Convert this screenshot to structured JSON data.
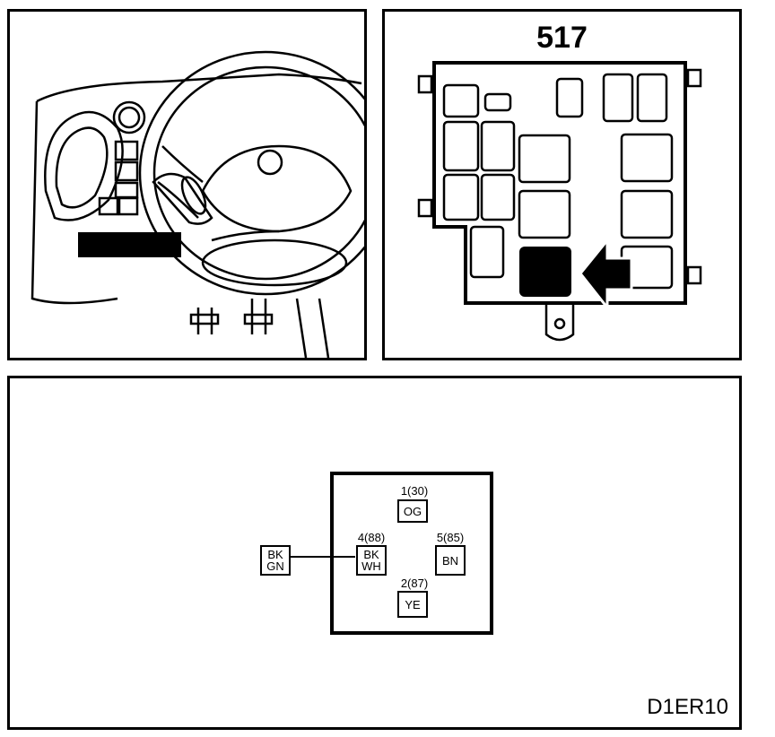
{
  "fuse_box": {
    "title": "517"
  },
  "connector": {
    "pins": [
      {
        "label": "1(30)",
        "color_code": "OG"
      },
      {
        "label": "4(88)",
        "color_code": "BK WH",
        "lines": [
          "BK",
          "WH"
        ]
      },
      {
        "label": "5(85)",
        "color_code": "BN"
      },
      {
        "label": "2(87)",
        "color_code": "YE"
      }
    ],
    "external_wire": {
      "color_code": "BK GN",
      "lines": [
        "BK",
        "GN"
      ]
    }
  },
  "figure_code": "D1ER10",
  "colors": {
    "ink": "#000000",
    "paper": "#ffffff"
  }
}
